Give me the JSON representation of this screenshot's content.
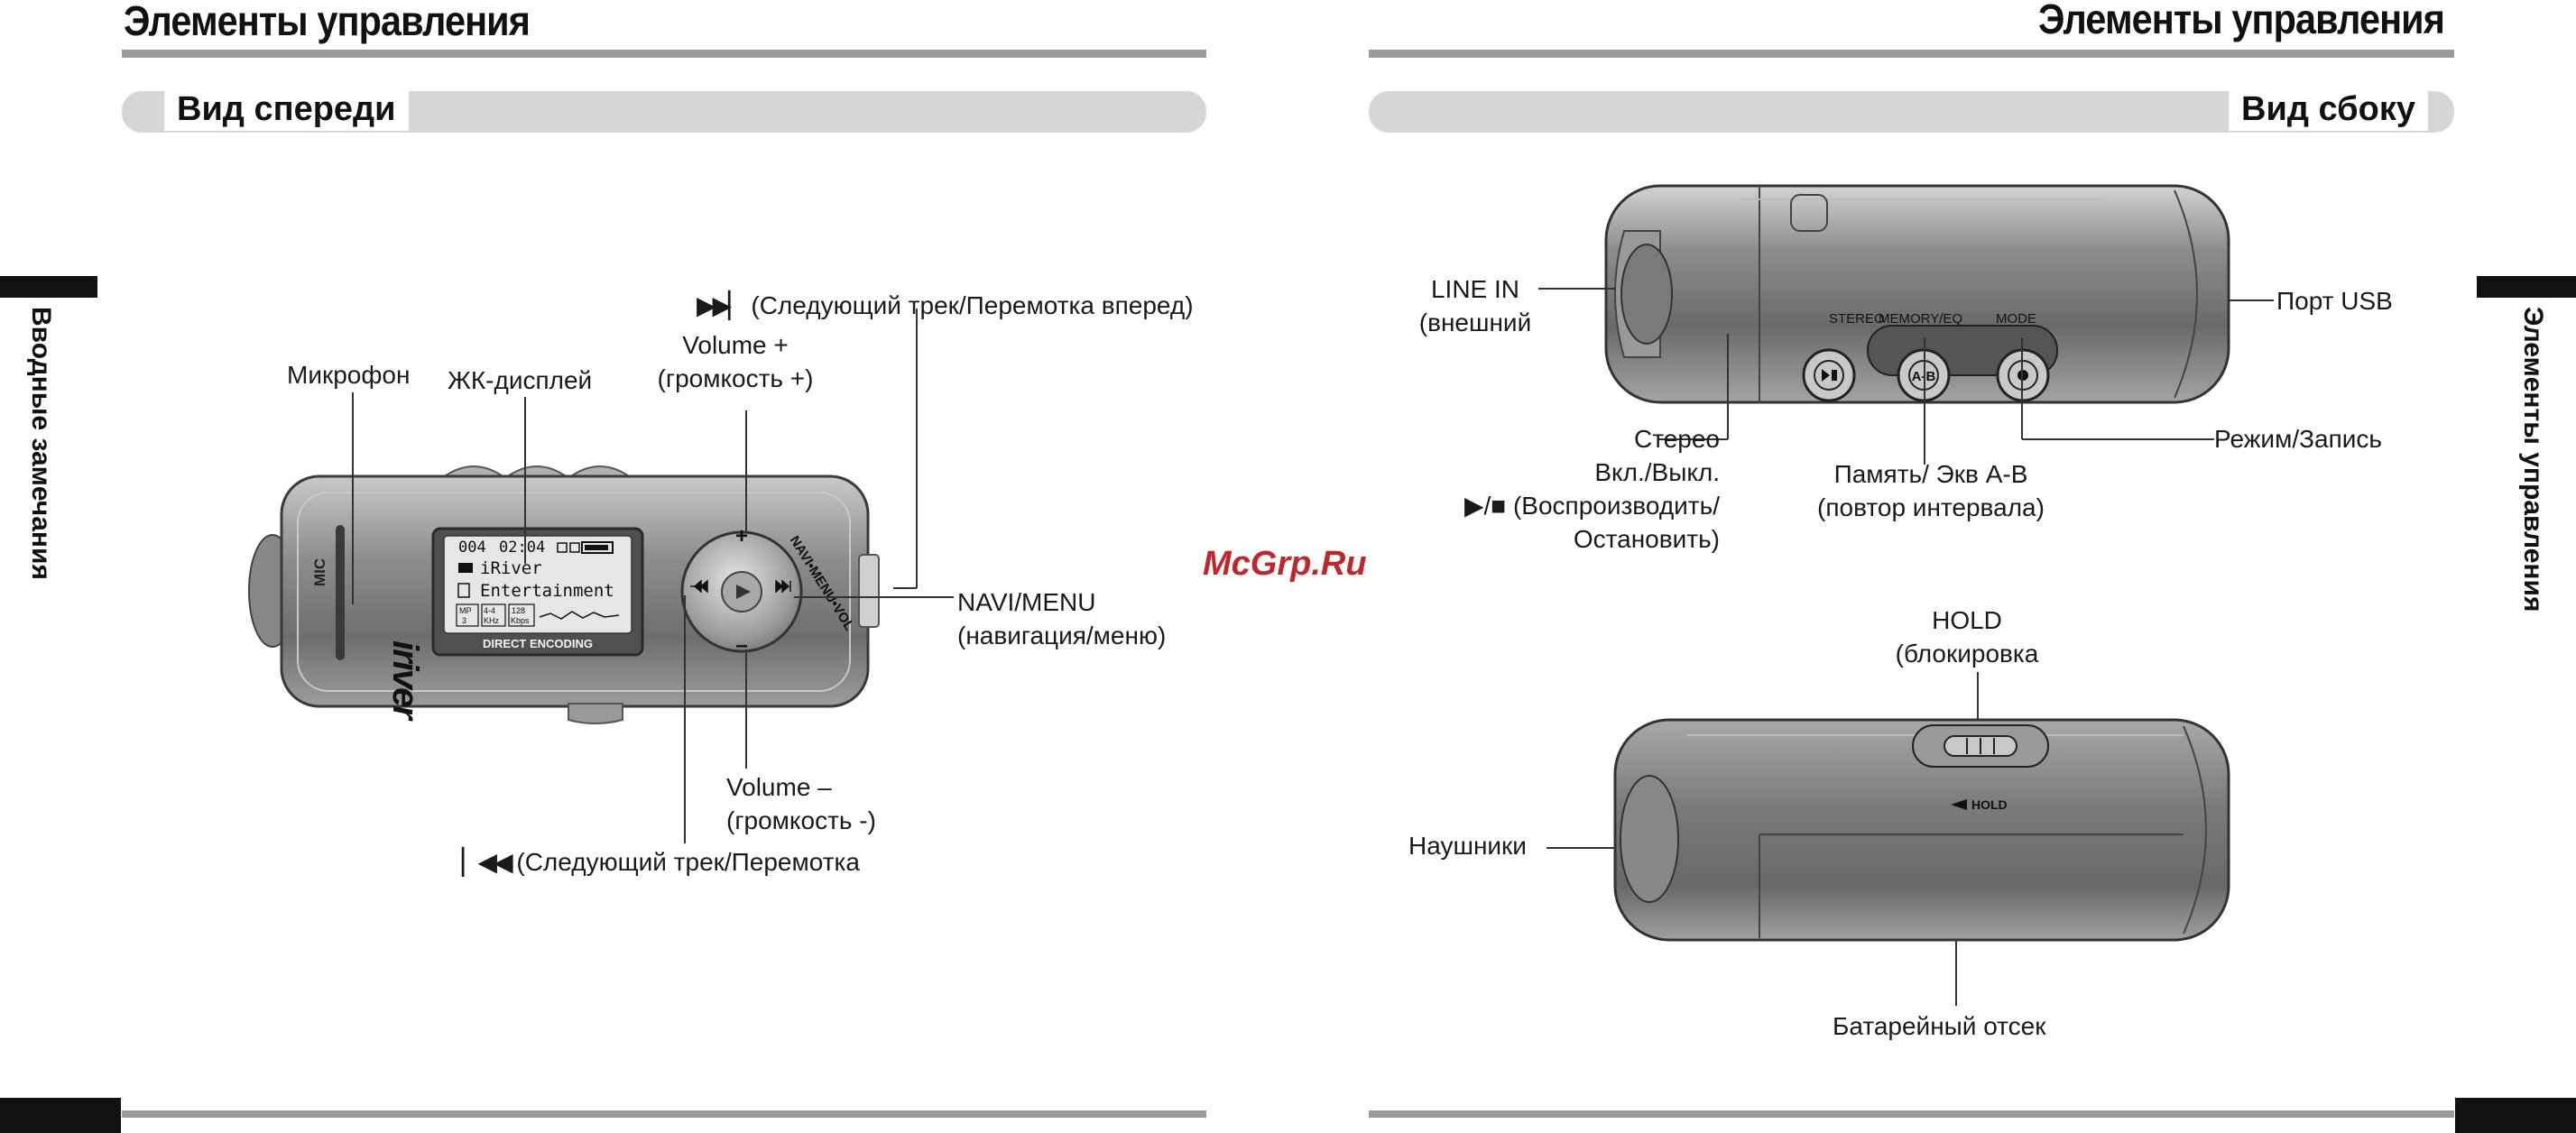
{
  "header": {
    "left_title": "Элементы управления",
    "right_title": "Элементы управления"
  },
  "sections": {
    "front": "Вид спереди",
    "side": "Вид сбоку"
  },
  "side_tabs": {
    "left": "Вводные замечания",
    "right": "Элементы управления"
  },
  "watermark": "McGrp.Ru",
  "front_labels": {
    "next": "(Следующий трек/Перемотка вперед)",
    "vol_plus": "Volume +",
    "vol_plus_ru": "(громкость +)",
    "mic": "Микрофон",
    "lcd": "ЖК-дисплей",
    "navi": "NAVI/MENU",
    "navi_ru": "(навигация/меню)",
    "vol_minus": "Volume –",
    "vol_minus_ru": "(громкость -)",
    "prev": "(Следующий трек/Перемотка"
  },
  "device_front": {
    "mic": "MIC",
    "brand": "iriver",
    "navi_ring": "NAVI•MENU•VOL",
    "plus": "+",
    "minus": "–",
    "lcd_track": "004",
    "lcd_time": "02:04",
    "lcd_line1": "iRiver",
    "lcd_line2": "Entertainment",
    "lcd_badge1a": "MP",
    "lcd_badge1b": "3",
    "lcd_badge2a": "4-4",
    "lcd_badge2b": "KHz",
    "lcd_badge3a": "128",
    "lcd_badge3b": "Kbps",
    "lcd_footer": "DIRECT ENCODING"
  },
  "side_top_labels": {
    "line_in": "LINE IN",
    "line_in_ru": "(внешний",
    "usb": "Порт USB",
    "stereo": "Стерео",
    "onoff": "Вкл./Выкл.",
    "play": "(Воспроизводить/",
    "stop": "Остановить)",
    "memory": "Память/ Экв A-B",
    "memory_ru": "(повтор интервала)",
    "mode": "Режим/Запись"
  },
  "device_side_top": {
    "stereo": "STEREO",
    "memory_eq": "MEMORY/EQ",
    "mode": "MODE",
    "ab": "A-B"
  },
  "side_bottom_labels": {
    "hold": "HOLD",
    "hold_ru": "(блокировка",
    "headphones": "Наушники",
    "battery": "Батарейный отсек"
  },
  "device_side_bottom": {
    "hold": "HOLD"
  },
  "colors": {
    "rule": "#9a9a9a",
    "section_bar": "#d6d6d6",
    "tab": "#111111",
    "watermark": "#c0272d"
  }
}
